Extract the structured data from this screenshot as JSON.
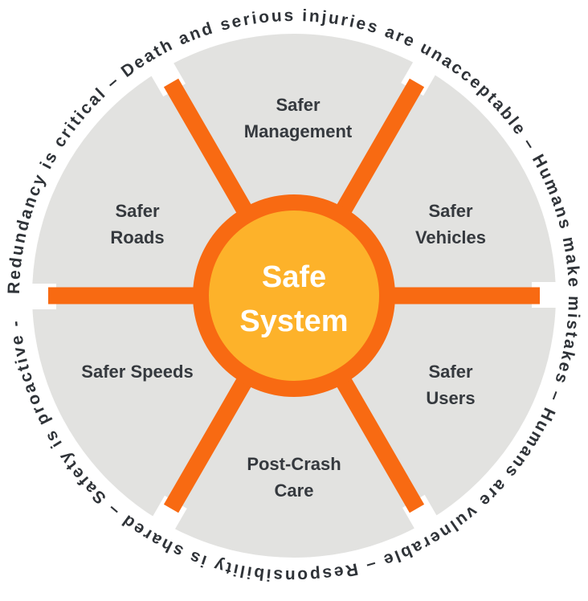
{
  "diagram": {
    "title": "Safe System",
    "center": {
      "line1": "Safe",
      "line2": "System"
    },
    "sectors": [
      {
        "id": "management",
        "line1": "Safer",
        "line2": "Management"
      },
      {
        "id": "vehicles",
        "line1": "Safer",
        "line2": "Vehicles"
      },
      {
        "id": "users",
        "line1": "Safer",
        "line2": "Users"
      },
      {
        "id": "post-crash",
        "line1": "Post-Crash",
        "line2": "Care"
      },
      {
        "id": "speeds",
        "line1": "Safer Speeds",
        "line2": ""
      },
      {
        "id": "roads",
        "line1": "Safer",
        "line2": "Roads"
      }
    ],
    "principles": [
      "Redundancy is critical",
      "Death and serious injuries are unacceptable",
      "Humans make mistakes",
      "Humans are vulnerable",
      "Responsibility is shared",
      "Safety is proactive"
    ],
    "ring_text": "Redundancy is critical  –  Death and serious injuries are unacceptable  –  Humans make mistakes  –  Humans are vulnerable  –  Responsibility is shared  –  Safety is proactive  -",
    "colors": {
      "sector_fill": "#e2e2e0",
      "spoke": "#f86a12",
      "center_fill": "#fdb22a",
      "label_text": "#35393e",
      "ring_text": "#2f3338",
      "center_text": "#ffffff"
    }
  }
}
